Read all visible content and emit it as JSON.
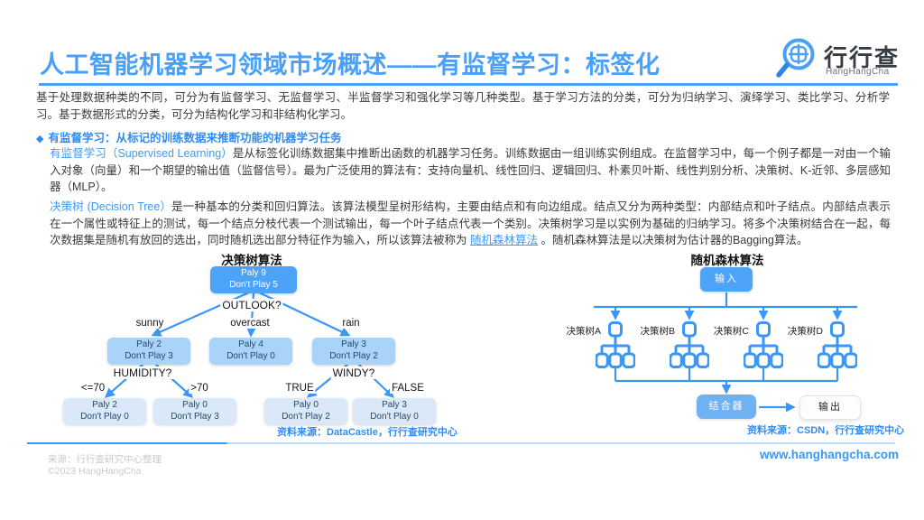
{
  "header": {
    "title": "人工智能机器学习领域市场概述——有监督学习：标签化",
    "logo": {
      "name": "行行查",
      "latin": "HangHangCha"
    }
  },
  "icons": {
    "logo_icon": "magnifier-grid-icon",
    "bullet_icon": "diamond-icon"
  },
  "colors": {
    "accent": "#4aa0f8",
    "link_blue": "#3f9bf6",
    "node_dark": "#4da3f8",
    "node_mid": "#a9d3f8",
    "node_leaf": "#dae8f8",
    "combiner": "#6fb2f3",
    "source_caption": "#2f8cf2",
    "footer_gray": "#cbcbcb"
  },
  "content": {
    "p1": "基于处理数据种类的不同，可分为有监督学习、无监督学习、半监督学习和强化学习等几种类型。基于学习方法的分类，可分为归纳学习、演绎学习、类比学习、分析学习。基于数据形式的分类，可分为结构化学习和非结构化学习。",
    "heading": {
      "bullet": "◆",
      "text": "有监督学习：从标记的训练数据来推断功能的机器学习任务"
    },
    "p2": {
      "highlight": "有监督学习（Supervised Learning）",
      "text": "是从标签化训练数据集中推断出函数的机器学习任务。训练数据由一组训练实例组成。在监督学习中，每一个例子都是一对由一个输入对象（向量）和一个期望的输出值（监督信号）。最为广泛使用的算法有：支持向量机、线性回归、逻辑回归、朴素贝叶斯、线性判别分析、决策树、K-近邻、多层感知器（MLP）。"
    },
    "p3": {
      "highlight": "决策树 (Decision Tree）",
      "text1": "是一种基本的分类和回归算法。该算法模型呈树形结构，主要由结点和有向边组成。结点又分为两种类型：内部结点和叶子结点。内部结点表示在一个属性或特征上的测试，每一个结点分枝代表一个测试输出，每一个叶子结点代表一个类别。决策树学习是以实例为基础的归纳学习。将多个决策树结合在一起，每次数据集是随机有放回的选出，同时随机选出部分特征作为输入，所以该算法被称为 ",
      "link": "随机森林算法",
      "text2": " 。随机森林算法是以决策树为估计器的Bagging算法。"
    }
  },
  "dtree": {
    "title": "决策树算法",
    "root": {
      "l1": "Paly 9",
      "l2": "Don't Play 5"
    },
    "q_outlook": "OUTLOOK?",
    "b_sunny": "sunny",
    "b_overcast": "overcast",
    "b_rain": "rain",
    "n_sunny": {
      "l1": "Paly 2",
      "l2": "Don't Play 3"
    },
    "n_overcast": {
      "l1": "Paly 4",
      "l2": "Don't Play 0"
    },
    "n_rain": {
      "l1": "Paly 3",
      "l2": "Don't Play 2"
    },
    "q_humidity": "HUMIDITY?",
    "q_windy": "WINDY?",
    "b_le70": "<=70",
    "b_gt70": ">70",
    "b_true": "TRUE",
    "b_false": "FALSE",
    "leaf_1": {
      "l1": "Paly 2",
      "l2": "Don't Play 0"
    },
    "leaf_2": {
      "l1": "Paly 0",
      "l2": "Don't Play 3"
    },
    "leaf_3": {
      "l1": "Paly 0",
      "l2": "Don't Play 2"
    },
    "leaf_4": {
      "l1": "Paly 3",
      "l2": "Don't Play 0"
    },
    "source": "资料来源：DataCastle，行行查研究中心"
  },
  "forest": {
    "title": "随机森林算法",
    "input": "输入",
    "trees": [
      {
        "label": "决策树A"
      },
      {
        "label": "决策树B"
      },
      {
        "label": "决策树C"
      },
      {
        "label": "决策树D"
      }
    ],
    "combiner": "结合器",
    "output": "输出",
    "source": "资料来源：CSDN，行行查研究中心"
  },
  "footer": {
    "source_line": "来源：行行查研究中心整理",
    "copyright": "©2023 HangHangCha",
    "website": "www.hanghangcha.com"
  }
}
